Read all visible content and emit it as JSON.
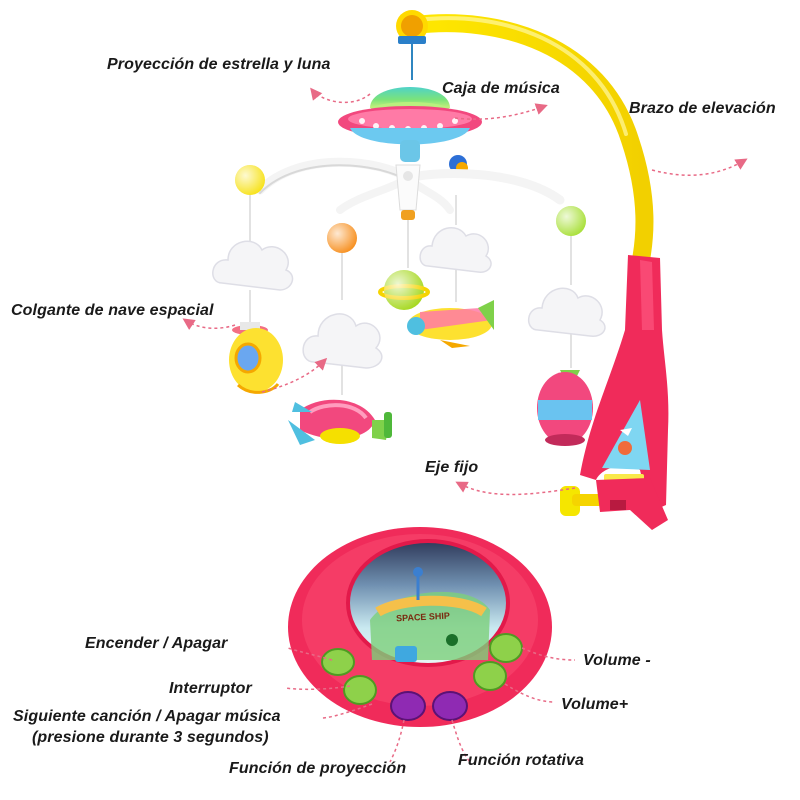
{
  "labels": {
    "star_moon_projection": "Proyección de estrella y luna",
    "music_box": "Caja de música",
    "lift_arm": "Brazo de elevación",
    "spaceship_pendant": "Colgante de nave espacial",
    "fixed_shaft": "Eje fijo",
    "power": "Encender / Apagar",
    "switch": "Interruptor",
    "next_song_line1": "Siguiente canción / Apagar música",
    "next_song_line2": "(presione durante 3 segundos)",
    "projection_function": "Función de proyección",
    "rotation_function": "Función rotativa",
    "volume_down": "Volume -",
    "volume_up": "Volume+"
  },
  "badges": {
    "music_box_sign": "SPACE SHIP"
  },
  "colors": {
    "arrow": "#e86a86",
    "arm_yellow": "#f5e600",
    "base_red": "#ef2f5a",
    "saucer_pink": "#f2487e",
    "green_button": "#8ed14a",
    "purple_button": "#8f2ab3",
    "cloud": "#f5f5f7",
    "bracket": "#f02b5a"
  }
}
